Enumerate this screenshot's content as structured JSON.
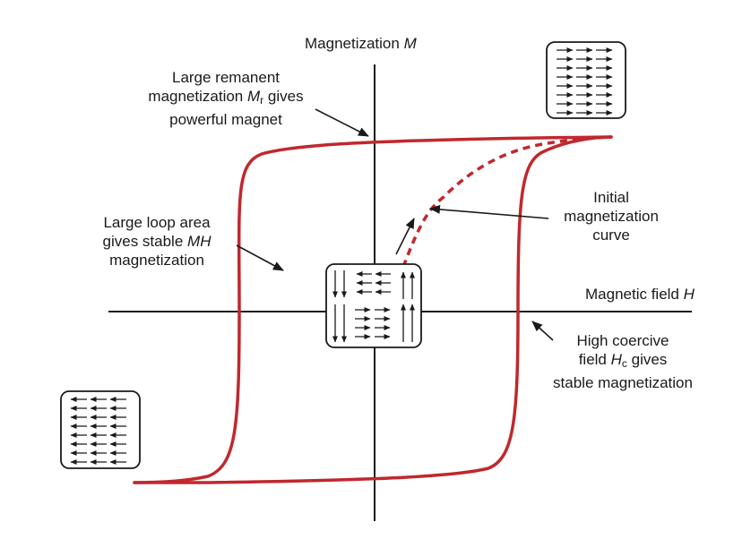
{
  "axes": {
    "y_label": "Magnetization",
    "y_symbol": "M",
    "x_label": "Magnetic field",
    "x_symbol": "H"
  },
  "annotations": {
    "remanent": {
      "line1": "Large remanent",
      "line2_pre": "magnetization",
      "line2_symbol": "M",
      "line2_sub": "r",
      "line2_post": "gives",
      "line3": "powerful magnet"
    },
    "loop_area": {
      "line1": "Large loop area",
      "line2_pre": "gives stable",
      "line2_symbol": "MH",
      "line3": "magnetization"
    },
    "initial": {
      "line1": "Initial",
      "line2": "magnetization",
      "line3": "curve"
    },
    "coercive": {
      "line1": "High coercive",
      "line2_pre": "field",
      "line2_symbol": "H",
      "line2_sub": "c",
      "line2_post": "gives",
      "line3": "stable magnetization"
    }
  },
  "colors": {
    "curve": "#c0282d",
    "axis": "#1a1a1a",
    "text": "#1a1a1a"
  },
  "domain_boxes": {
    "saturated_positive": "all arrows pointing right",
    "saturated_negative": "all arrows pointing left",
    "demagnetized": "mixed domains: left, down, up, right"
  }
}
